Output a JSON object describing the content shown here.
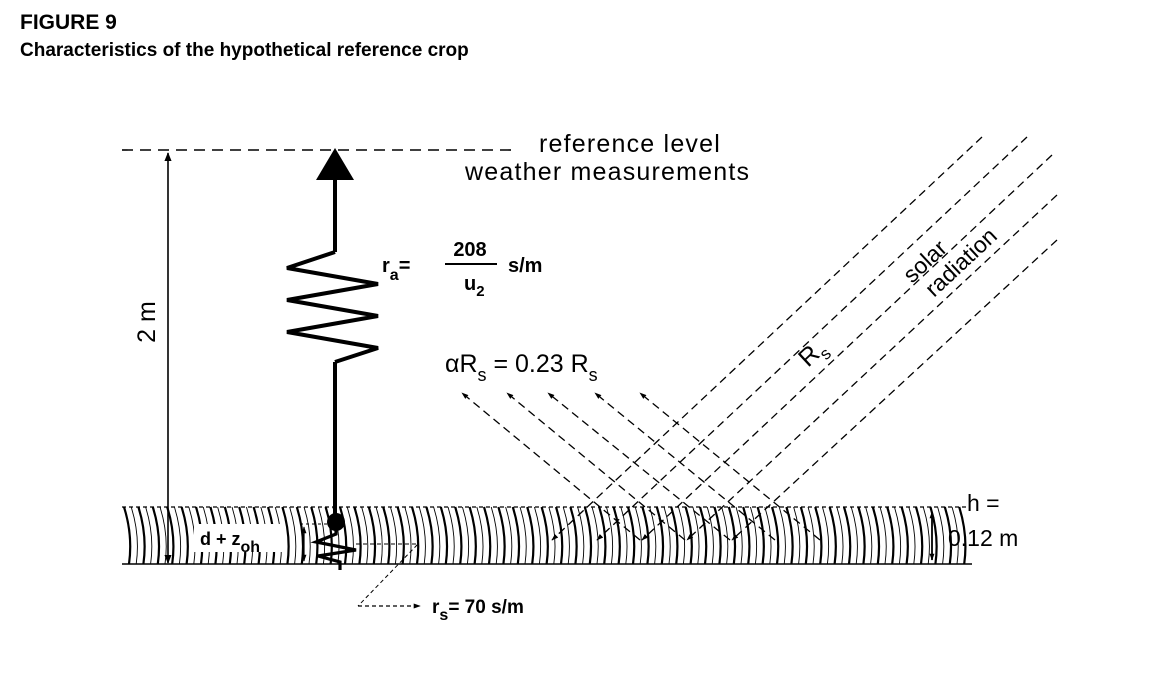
{
  "figure": {
    "number": "FIGURE 9",
    "title": "Characteristics of the hypothetical reference crop"
  },
  "labels": {
    "reference_level": "reference level",
    "weather_measurements": "weather measurements",
    "height_2m": "2 m",
    "ra_prefix": "r",
    "ra_sub": "a",
    "ra_eq": "=",
    "ra_numerator": "208",
    "ra_denominator_base": "u",
    "ra_denominator_sub": "2",
    "ra_unit": "s/m",
    "solar": "solar",
    "radiation": "radiation",
    "rs_symbol": "R",
    "rs_symbol_sub": "s",
    "albedo_alpha": "α",
    "albedo_R": "R",
    "albedo_R_sub": "s",
    "albedo_mid": " = 0.23 R",
    "albedo_end_sub": "s",
    "dz_label": "d + z",
    "dz_sub": "oh",
    "rs_res_prefix": "r",
    "rs_res_sub": "s",
    "rs_res_value": "=  70  s/m",
    "h_label": "h =",
    "h_value": "0.12 m"
  },
  "colors": {
    "ink": "#000000",
    "background": "#ffffff"
  }
}
